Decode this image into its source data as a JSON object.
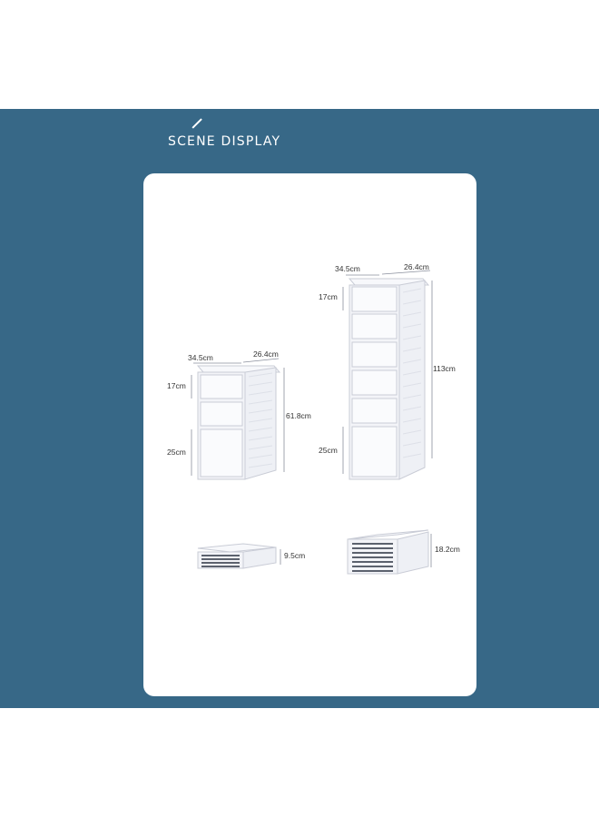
{
  "section_title": "SCENE DISPLAY",
  "colors": {
    "band": "#376887",
    "card": "#ffffff",
    "product": "#f3f4f8",
    "stroke": "#c9ccd6"
  },
  "small_tower": {
    "depth": "34.5cm",
    "width": "26.4cm",
    "small_drawer_height": "17cm",
    "large_drawer_height": "25cm",
    "total_height": "61.8cm",
    "folded_height": "9.5cm"
  },
  "tall_tower": {
    "depth": "34.5cm",
    "width": "26.4cm",
    "small_drawer_height": "17cm",
    "large_drawer_height": "25cm",
    "total_height": "113cm",
    "folded_height": "18.2cm"
  }
}
